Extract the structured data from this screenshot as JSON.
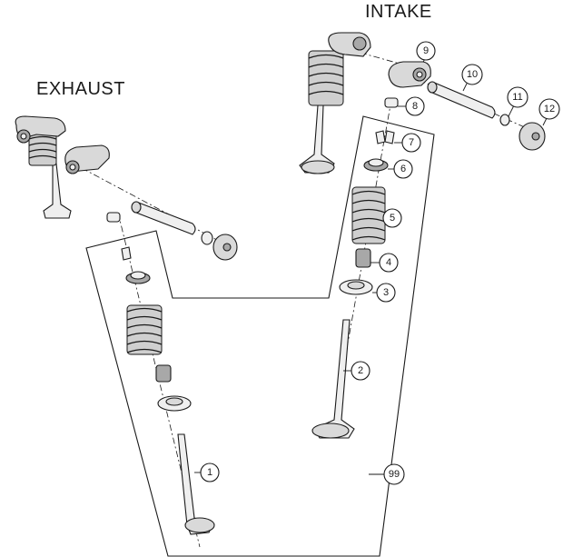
{
  "titles": {
    "intake": "INTAKE",
    "exhaust": "EXHAUST"
  },
  "callouts": {
    "p1": "1",
    "p2": "2",
    "p3": "3",
    "p4": "4",
    "p5": "5",
    "p6": "6",
    "p7": "7",
    "p8": "8",
    "p9": "9",
    "p10": "10",
    "p11": "11",
    "p12": "12",
    "p99": "99"
  }
}
